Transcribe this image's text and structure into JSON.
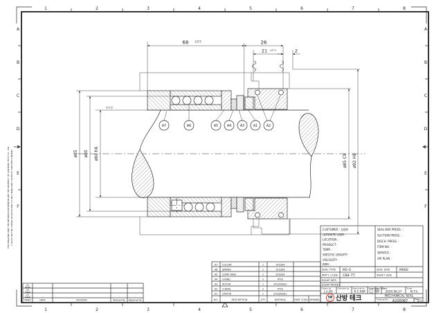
{
  "sheet": {
    "zone_numbers": [
      "1",
      "2",
      "3",
      "4",
      "5",
      "6",
      "7",
      "8"
    ],
    "zone_letters": [
      "A",
      "B",
      "C",
      "D",
      "E",
      "F"
    ],
    "note_line1": "THIS DRAWING AND THE INFORMATION HEREON ARE THE PROPERTY OF SAN BANG TECH CO., LTD.",
    "note_line2": "IT MUST NOT BE COPIED OR DISCLOSED TO ANY THIRD PARTY WITHOUT WRITTEN CONSENT."
  },
  "drawing": {
    "surface_mark": "▽▽▽",
    "dims": {
      "d68": "68",
      "d68_tol": "±0.5",
      "d26": "26",
      "d21": "21",
      "d21_tol": "±0.1",
      "d2": "2",
      "dia85": "ø85",
      "dia80": "ø80",
      "dia60": "ø60 h6",
      "dia85c9": "ø85 C9",
      "dia92h8": "ø92 H8"
    },
    "balloons": [
      "A7",
      "A6",
      "A5",
      "A4",
      "A3",
      "A1",
      "A2"
    ]
  },
  "parts_list": {
    "headers": [
      "NO.",
      "DESCRIPTION",
      "QTY",
      "MATERIAL",
      "PART CODE",
      "REMARK"
    ],
    "rows": [
      {
        "no": "A7",
        "description": "COLLAR",
        "qty": "1",
        "material": "STS304"
      },
      {
        "no": "A6",
        "description": "SPRING",
        "qty": "1",
        "material": "STS304"
      },
      {
        "no": "A5",
        "description": "COMP. RING",
        "qty": "1",
        "material": "STS304"
      },
      {
        "no": "A4",
        "description": "V-RING",
        "qty": "2",
        "material": "PTFE"
      },
      {
        "no": "A3",
        "description": "ROTOR",
        "qty": "1",
        "material": "STS304/SiC"
      },
      {
        "no": "A2",
        "description": "O-RING",
        "qty": "2",
        "material": "PTFE"
      },
      {
        "no": "A1",
        "description": "STATOR",
        "qty": "1",
        "material": "STS304/SiC"
      }
    ]
  },
  "revision_table": {
    "headers": [
      "MARK",
      "DATE",
      "REVISION",
      "Revised by",
      "Approval by"
    ],
    "marks": [
      "3",
      "2",
      "1"
    ],
    "last_row": {
      "date": "-",
      "revision": "-",
      "revised_by": "-",
      "approval_by": "-"
    }
  },
  "title_block": {
    "info_left": [
      "CUSTOMER : 성원H",
      "ULTIMATE USER :",
      "LOCATION :",
      "PRODUCT :",
      "TEMP. :",
      "SPECIFIC GRAVITY :",
      "VISCOSITY :",
      "RPM :"
    ],
    "info_right": [
      "SEAL BOX PRESS. :",
      "SUCTION PRESS. :",
      "DISCH. PRESS. :",
      "ITEM NO. :",
      "SERVICE :",
      "API PLAN :"
    ],
    "seal_type_label": "SEAL TYPE",
    "seal_type": "M2-G",
    "seal_size_label": "SEAL SIZE",
    "seal_size": "M060",
    "matl_code_label": "MAT'L CODE",
    "matl_code": "CB8--TT",
    "shaft_size_label": "SHAFT SIZE",
    "shaft_size": "",
    "equip_mfr_label": "EQUIP MFR",
    "equip_model_label": "EQUIP MODEL",
    "drawn_by_label": "Drawn by",
    "drawn_by": "J.J.LEE",
    "checked_by_label": "Checked by",
    "checked_by": "",
    "approval_by_label": "Approval by",
    "approval_by": "H.C.KIM",
    "projection_label": "Projection",
    "date_label": "Date",
    "date": "2020.06.27",
    "scale_label": "Scale",
    "scale": "N.T.S.",
    "part_title_label": "Part title",
    "part_title": "MECHANICAL SEAL",
    "drawing_no_label": "Drawing No.",
    "drawing_no": "A200087",
    "page_label": "Page",
    "page": "1/1",
    "logo": {
      "badge_top": "SB",
      "badge_bottom": "TECH",
      "name_blue": "산방",
      "name_red": "테크"
    }
  },
  "colors": {
    "line": "#2a2a2a",
    "logo_red": "#c9302c",
    "logo_blue": "#1f3d99"
  }
}
